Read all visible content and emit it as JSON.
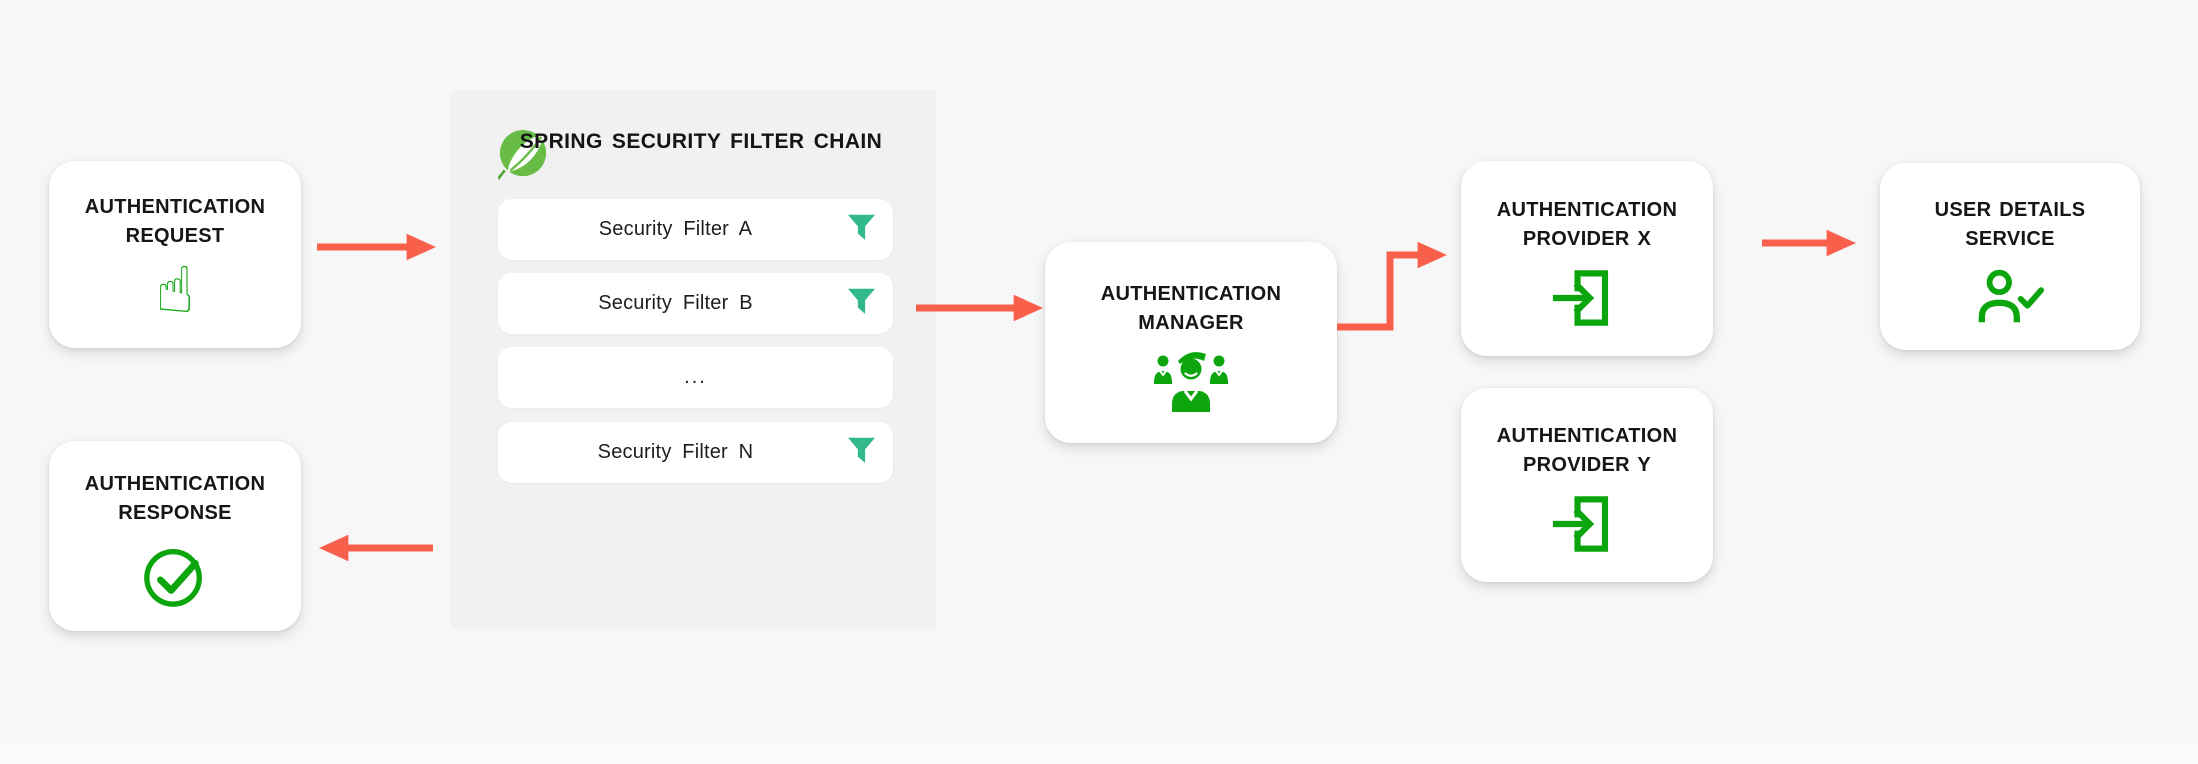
{
  "page": {
    "background": "#f7f7f8"
  },
  "colors": {
    "arrow": "#f8604c",
    "icon_green": "#0da50d",
    "spring_leaf_green": "#68bc45",
    "filter_teal": "#31b98b",
    "panel_bg": "#f1f1f2",
    "card_bg": "#ffffff",
    "text": "#161616"
  },
  "filter_chain": {
    "title": "SPRING SECURITY FILTER CHAIN",
    "rows": [
      {
        "label": "Security Filter A",
        "filter_icon": true
      },
      {
        "label": "Security Filter B",
        "filter_icon": true
      },
      {
        "label": "...",
        "filter_icon": false
      },
      {
        "label": "Security Filter N",
        "filter_icon": true
      }
    ]
  },
  "nodes": {
    "request": {
      "title": "AUTHENTICATION REQUEST",
      "icon": "pointing-hand-icon",
      "glyph": "☝"
    },
    "response": {
      "title": "AUTHENTICATION RESPONSE",
      "icon": "check-circle-icon"
    },
    "manager": {
      "title": "AUTHENTICATION MANAGER",
      "icon": "team-icon"
    },
    "provider_x": {
      "title": "AUTHENTICATION PROVIDER X",
      "icon": "login-icon"
    },
    "provider_y": {
      "title": "AUTHENTICATION PROVIDER Y",
      "icon": "login-icon"
    },
    "user_details": {
      "title": "USER DETAILS SERVICE",
      "icon": "user-check-icon"
    }
  },
  "flows": [
    "authentication-request-to-filter-chain",
    "filter-chain-to-authentication-manager",
    "authentication-manager-to-provider-x",
    "provider-x-to-user-details-service",
    "filter-chain-to-authentication-response"
  ]
}
